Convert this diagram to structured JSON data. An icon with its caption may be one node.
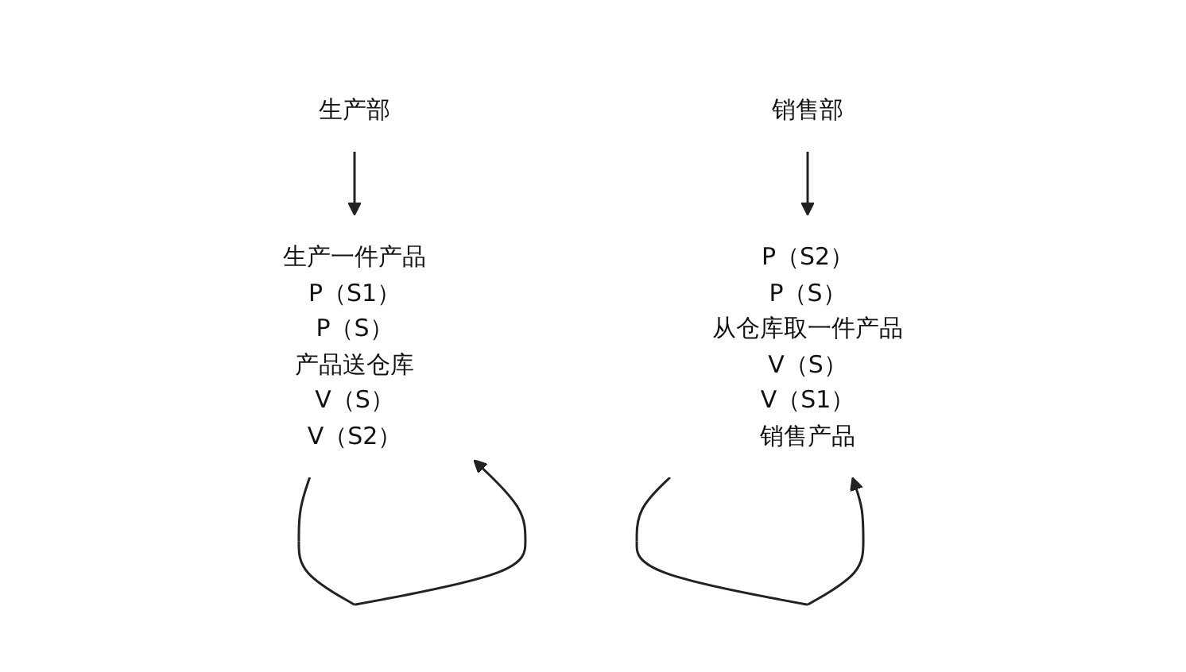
{
  "diagram": {
    "nodes": [
      {
        "text": [
          "生产部"
        ]
      },
      {
        "text": [
          "生产一件产品",
          "P（S1）",
          "P（S）",
          "产品送仓库",
          "V（S）",
          "V（S2）"
        ]
      },
      {
        "text": [
          "销售部"
        ]
      },
      {
        "text": [
          "P（S2）",
          "P（S）",
          "从仓库取一件产品",
          "V（S）",
          "V（S1）",
          "销售产品"
        ]
      }
    ],
    "edges": [
      {
        "from": 0,
        "to": 1,
        "arrow": "to"
      },
      {
        "from": 1,
        "to": 1,
        "arrow": "to"
      },
      {
        "from": 2,
        "to": 3,
        "arrow": "to"
      },
      {
        "from": 3,
        "to": 3,
        "arrow": "to"
      }
    ]
  }
}
